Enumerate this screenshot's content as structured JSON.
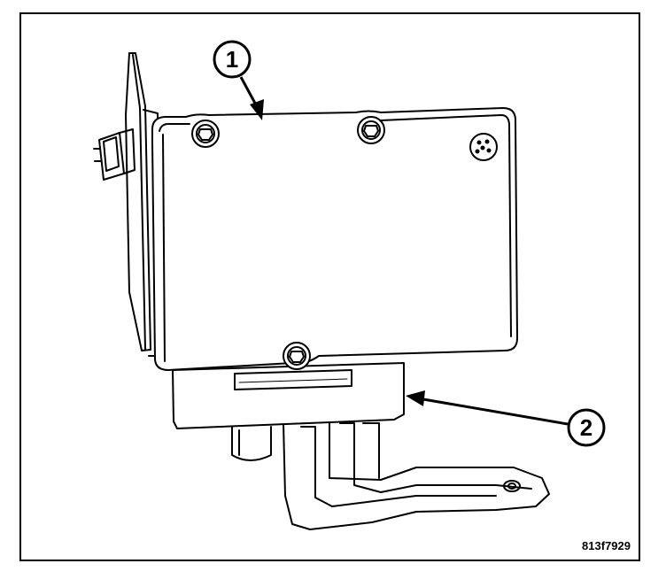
{
  "callouts": [
    {
      "number": "1"
    },
    {
      "number": "2"
    }
  ],
  "figure_id": "813f7929",
  "colors": {
    "line": "#000000",
    "paper": "#ffffff"
  }
}
